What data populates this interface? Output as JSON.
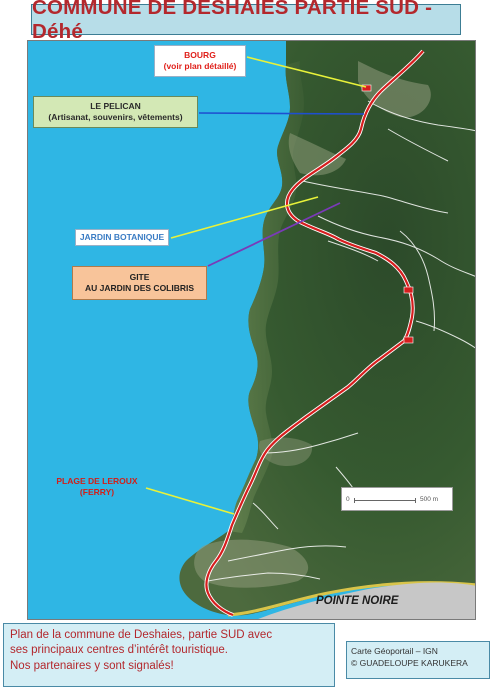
{
  "title": "COMMUNE DE DESHAIES PARTIE SUD - Déhé",
  "colors": {
    "sea": "#2fb6e4",
    "forest": "#2e4a2c",
    "road": "#d61e1e",
    "title_text": "#b3282d",
    "panel_bg": "#d4eef5"
  },
  "callouts": {
    "bourg": {
      "line1": "BOURG",
      "line2": "(voir plan détaillé)"
    },
    "pelican": {
      "line1": "LE PELICAN",
      "line2": "(Artisanat, souvenirs, vêtements)"
    },
    "jardin": {
      "line1": "JARDIN BOTANIQUE"
    },
    "gite": {
      "line1": "GITE",
      "line2": "AU JARDIN DES COLIBRIS"
    },
    "plage": {
      "line1": "PLAGE DE LEROUX",
      "line2": "(FERRY)"
    }
  },
  "scale": {
    "start": "0",
    "end": "500 m"
  },
  "place": "POINTE NOIRE",
  "description": {
    "line1": "Plan de la commune de Deshaies,  partie SUD  avec",
    "line2": "ses principaux centres  d’intérêt touristique.",
    "line3": "Nos partenaires  y sont signalés!"
  },
  "credits": {
    "line1": "Carte Géoportail – IGN",
    "line2": "© GUADELOUPE KARUKERA"
  }
}
